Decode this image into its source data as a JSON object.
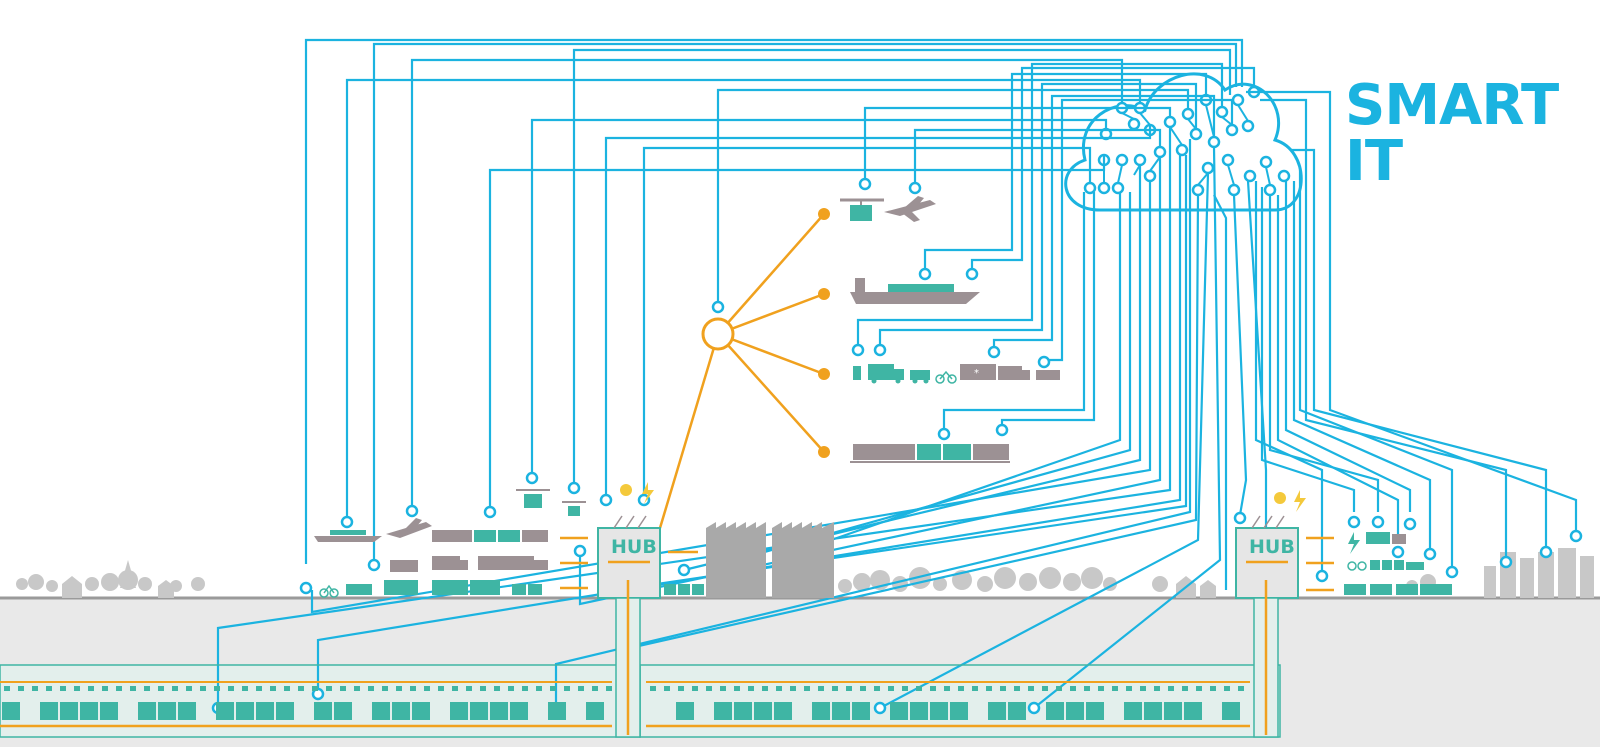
{
  "title": "SMART IT",
  "hubs": [
    {
      "label": "HUB"
    },
    {
      "label": "HUB"
    }
  ],
  "colors": {
    "network_line": "#1bb3e0",
    "routing": "#f0a11e",
    "vehicle_teal": "#3fb5a4",
    "vehicle_grey": "#9c9194",
    "ground": "#e9e9e9",
    "ground_line": "#9a9a9a",
    "skyline": "#c8c8c8"
  },
  "icons": [
    "cloud-icon",
    "drone-icon",
    "airplane-icon",
    "ship-icon",
    "truck-icon",
    "van-icon",
    "bicycle-icon",
    "train-icon",
    "factory-icon",
    "sun-icon",
    "lightning-icon",
    "tree-icon",
    "house-icon",
    "apartment-icon"
  ]
}
